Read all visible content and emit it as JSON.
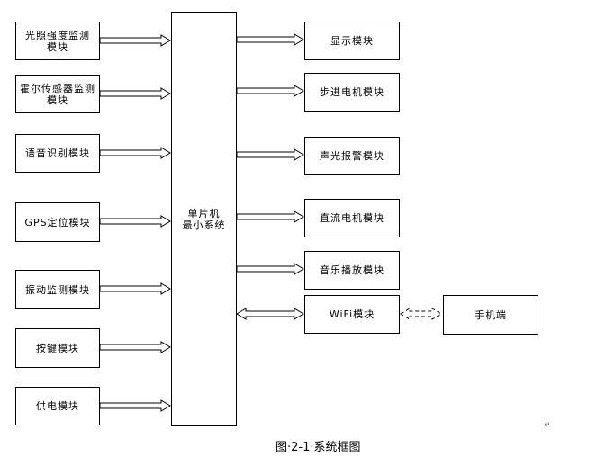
{
  "diagram": {
    "inputs": [
      {
        "label": "光照强度监测\n模块"
      },
      {
        "label": "霍尔传感器监测\n模块"
      },
      {
        "label": "语音识别模块"
      },
      {
        "label": "GPS定位模块"
      },
      {
        "label": "振动监测模块"
      },
      {
        "label": "按键模块"
      },
      {
        "label": "供电模块"
      }
    ],
    "center": {
      "label": "单片机\n最小系统"
    },
    "outputs": [
      {
        "label": "显示模块"
      },
      {
        "label": "步进电机模块"
      },
      {
        "label": "声光报警模块"
      },
      {
        "label": "直流电机模块"
      },
      {
        "label": "音乐播放模块"
      },
      {
        "label": "WiFi模块"
      }
    ],
    "phone": {
      "label": "手机端"
    }
  },
  "caption": "图·2-1·系统框图",
  "paragraph_mark": "↵"
}
